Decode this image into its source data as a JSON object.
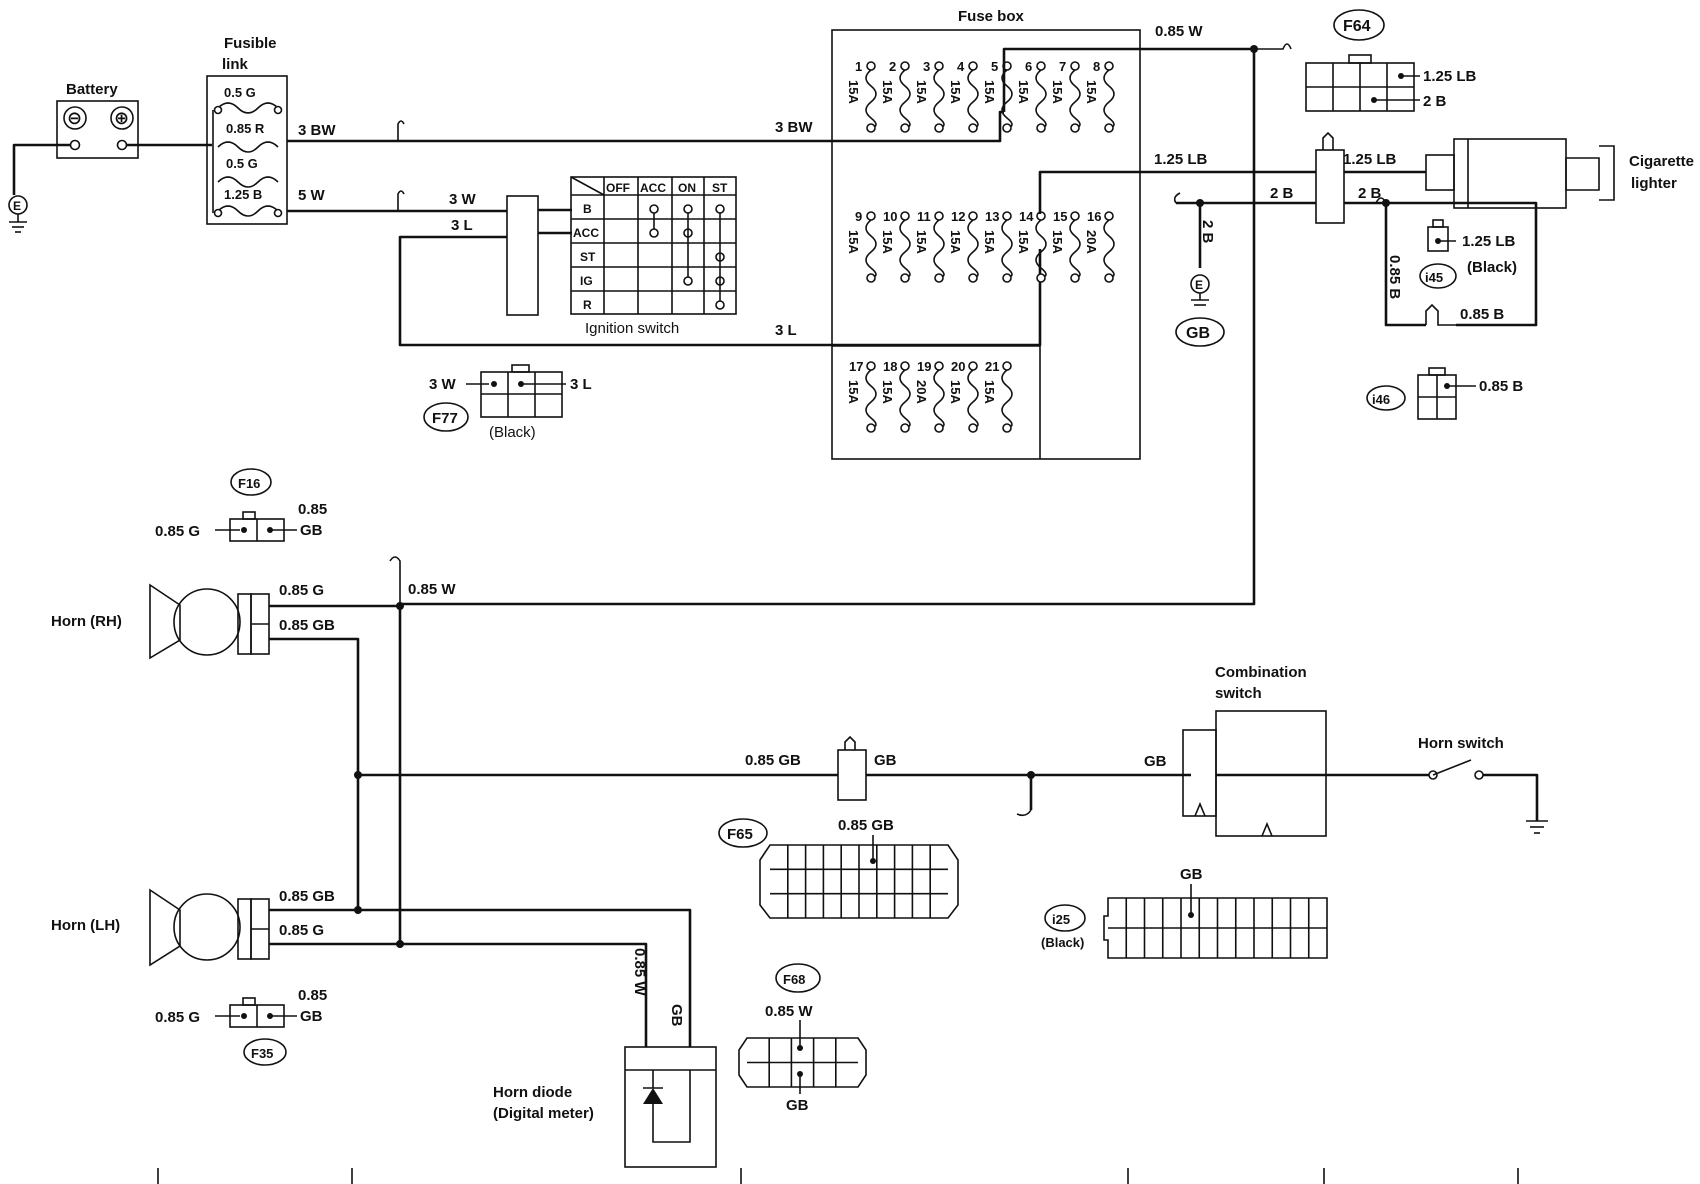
{
  "components": {
    "battery": "Battery",
    "fusible_link": [
      "Fusible",
      "link"
    ],
    "fuse_box": "Fuse box",
    "ignition_switch": "Ignition switch",
    "cigarette_lighter": [
      "Cigarette",
      "lighter"
    ],
    "horn_rh": "Horn (RH)",
    "horn_lh": "Horn (LH)",
    "combination_switch": [
      "Combination",
      "switch"
    ],
    "horn_switch": "Horn switch",
    "horn_diode": [
      "Horn diode",
      "(Digital meter)"
    ]
  },
  "battery_terminals": {
    "neg": "⊖",
    "pos": "⊕"
  },
  "ground_symbol": "E",
  "fusible_links": [
    "0.5 G",
    "0.85 R",
    "0.5 G",
    "1.25 B"
  ],
  "fuses": {
    "row1": [
      {
        "n": "1",
        "a": "15A"
      },
      {
        "n": "2",
        "a": "15A"
      },
      {
        "n": "3",
        "a": "15A"
      },
      {
        "n": "4",
        "a": "15A"
      },
      {
        "n": "5",
        "a": "15A"
      },
      {
        "n": "6",
        "a": "15A"
      },
      {
        "n": "7",
        "a": "15A"
      },
      {
        "n": "8",
        "a": "15A"
      }
    ],
    "row2": [
      {
        "n": "9",
        "a": "15A"
      },
      {
        "n": "10",
        "a": "15A"
      },
      {
        "n": "11",
        "a": "15A"
      },
      {
        "n": "12",
        "a": "15A"
      },
      {
        "n": "13",
        "a": "15A"
      },
      {
        "n": "14",
        "a": "15A"
      },
      {
        "n": "15",
        "a": "15A"
      },
      {
        "n": "16",
        "a": "20A"
      }
    ],
    "row3": [
      {
        "n": "17",
        "a": "15A"
      },
      {
        "n": "18",
        "a": "15A"
      },
      {
        "n": "19",
        "a": "20A"
      },
      {
        "n": "20",
        "a": "15A"
      },
      {
        "n": "21",
        "a": "15A"
      }
    ]
  },
  "ignition_table": {
    "columns": [
      "OFF",
      "ACC",
      "ON",
      "ST"
    ],
    "rows": [
      "B",
      "ACC",
      "ST",
      "IG",
      "R"
    ]
  },
  "wire_labels": {
    "w_3bw_a": "3 BW",
    "w_3bw_b": "3 BW",
    "w_5w": "5 W",
    "w_3w": "3 W",
    "w_3l_a": "3 L",
    "w_3l_b": "3 L",
    "w_085w_top": "0.85 W",
    "w_125lb_fb": "1.25 LB",
    "w_2b_a": "2 B",
    "w_2b_b": "2 B",
    "w_125lb_cig": "1.25 LB",
    "w_2b_vert": "2 B",
    "w_085b_vert": "0.85 B",
    "w_085b_horiz": "0.85 B",
    "w_085g_rh": "0.85 G",
    "w_085gb_rh": "0.85 GB",
    "w_085w_mid": "0.85 W",
    "w_085gb_mid": "0.85 GB",
    "w_gb_mid": "GB",
    "w_gb_comb": "GB",
    "w_085gb_lh": "0.85 GB",
    "w_085g_lh": "0.85 G",
    "w_085w_diode": "0.85 W",
    "w_gb_diode": "GB"
  },
  "connectors": {
    "f64": {
      "id": "F64",
      "pins": [
        "1.25 LB",
        "2 B"
      ]
    },
    "f77": {
      "id": "F77",
      "left": "3 W",
      "right": "3 L",
      "color": "(Black)"
    },
    "i45": {
      "id": "i45",
      "pin": "1.25 LB",
      "color": "(Black)"
    },
    "i46": {
      "id": "i46",
      "pin": "0.85 B"
    },
    "gb_ground": "GB",
    "f16": {
      "id": "F16",
      "left": "0.85 G",
      "right_top": "0.85",
      "right_bottom": "GB"
    },
    "f35": {
      "id": "F35",
      "left": "0.85 G",
      "right_top": "0.85",
      "right_bottom": "GB"
    },
    "f65": {
      "id": "F65",
      "pin": "0.85 GB"
    },
    "f68": {
      "id": "F68",
      "top": "0.85 W",
      "bottom": "GB"
    },
    "i25": {
      "id": "i25",
      "pin": "GB",
      "color": "(Black)"
    }
  }
}
